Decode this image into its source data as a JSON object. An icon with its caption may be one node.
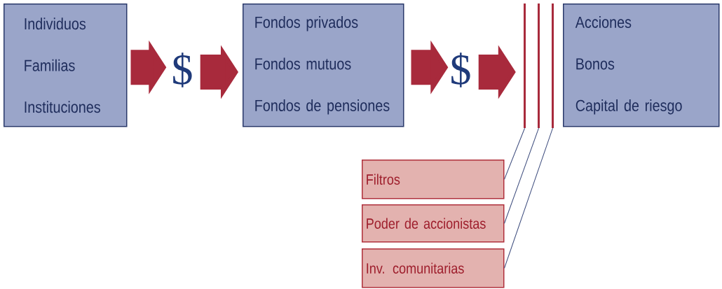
{
  "diagram": {
    "nodes": [
      {
        "text": [
          "Individuos",
          "Familias",
          "Instituciones"
        ]
      },
      {
        "text": [
          "$"
        ]
      },
      {
        "text": [
          "Fondos privados",
          "Fondos mutuos",
          "Fondos de pensiones"
        ]
      },
      {
        "text": [
          "$"
        ]
      },
      {
        "text": [],
        "shape": "bar"
      },
      {
        "text": [],
        "shape": "bar"
      },
      {
        "text": [],
        "shape": "bar"
      },
      {
        "text": [
          "Acciones",
          "Bonos",
          "Capital de riesgo"
        ]
      },
      {
        "text": [
          "Filtros"
        ]
      },
      {
        "text": [
          "Poder de accionistas"
        ]
      },
      {
        "text": [
          "Inv. comunitarias"
        ]
      }
    ],
    "edges": [
      {
        "from": 0,
        "to": 1,
        "arrow": "to"
      },
      {
        "from": 1,
        "to": 2,
        "arrow": "to"
      },
      {
        "from": 2,
        "to": 3,
        "arrow": "to"
      },
      {
        "from": 3,
        "to": 4,
        "arrow": "to"
      },
      {
        "from": 4,
        "to": 8,
        "arrow": "none",
        "color": "#3b4a7c"
      },
      {
        "from": 5,
        "to": 9,
        "arrow": "none",
        "color": "#3b4a7c"
      },
      {
        "from": 6,
        "to": 10,
        "arrow": "none",
        "color": "#3b4a7c"
      }
    ]
  }
}
